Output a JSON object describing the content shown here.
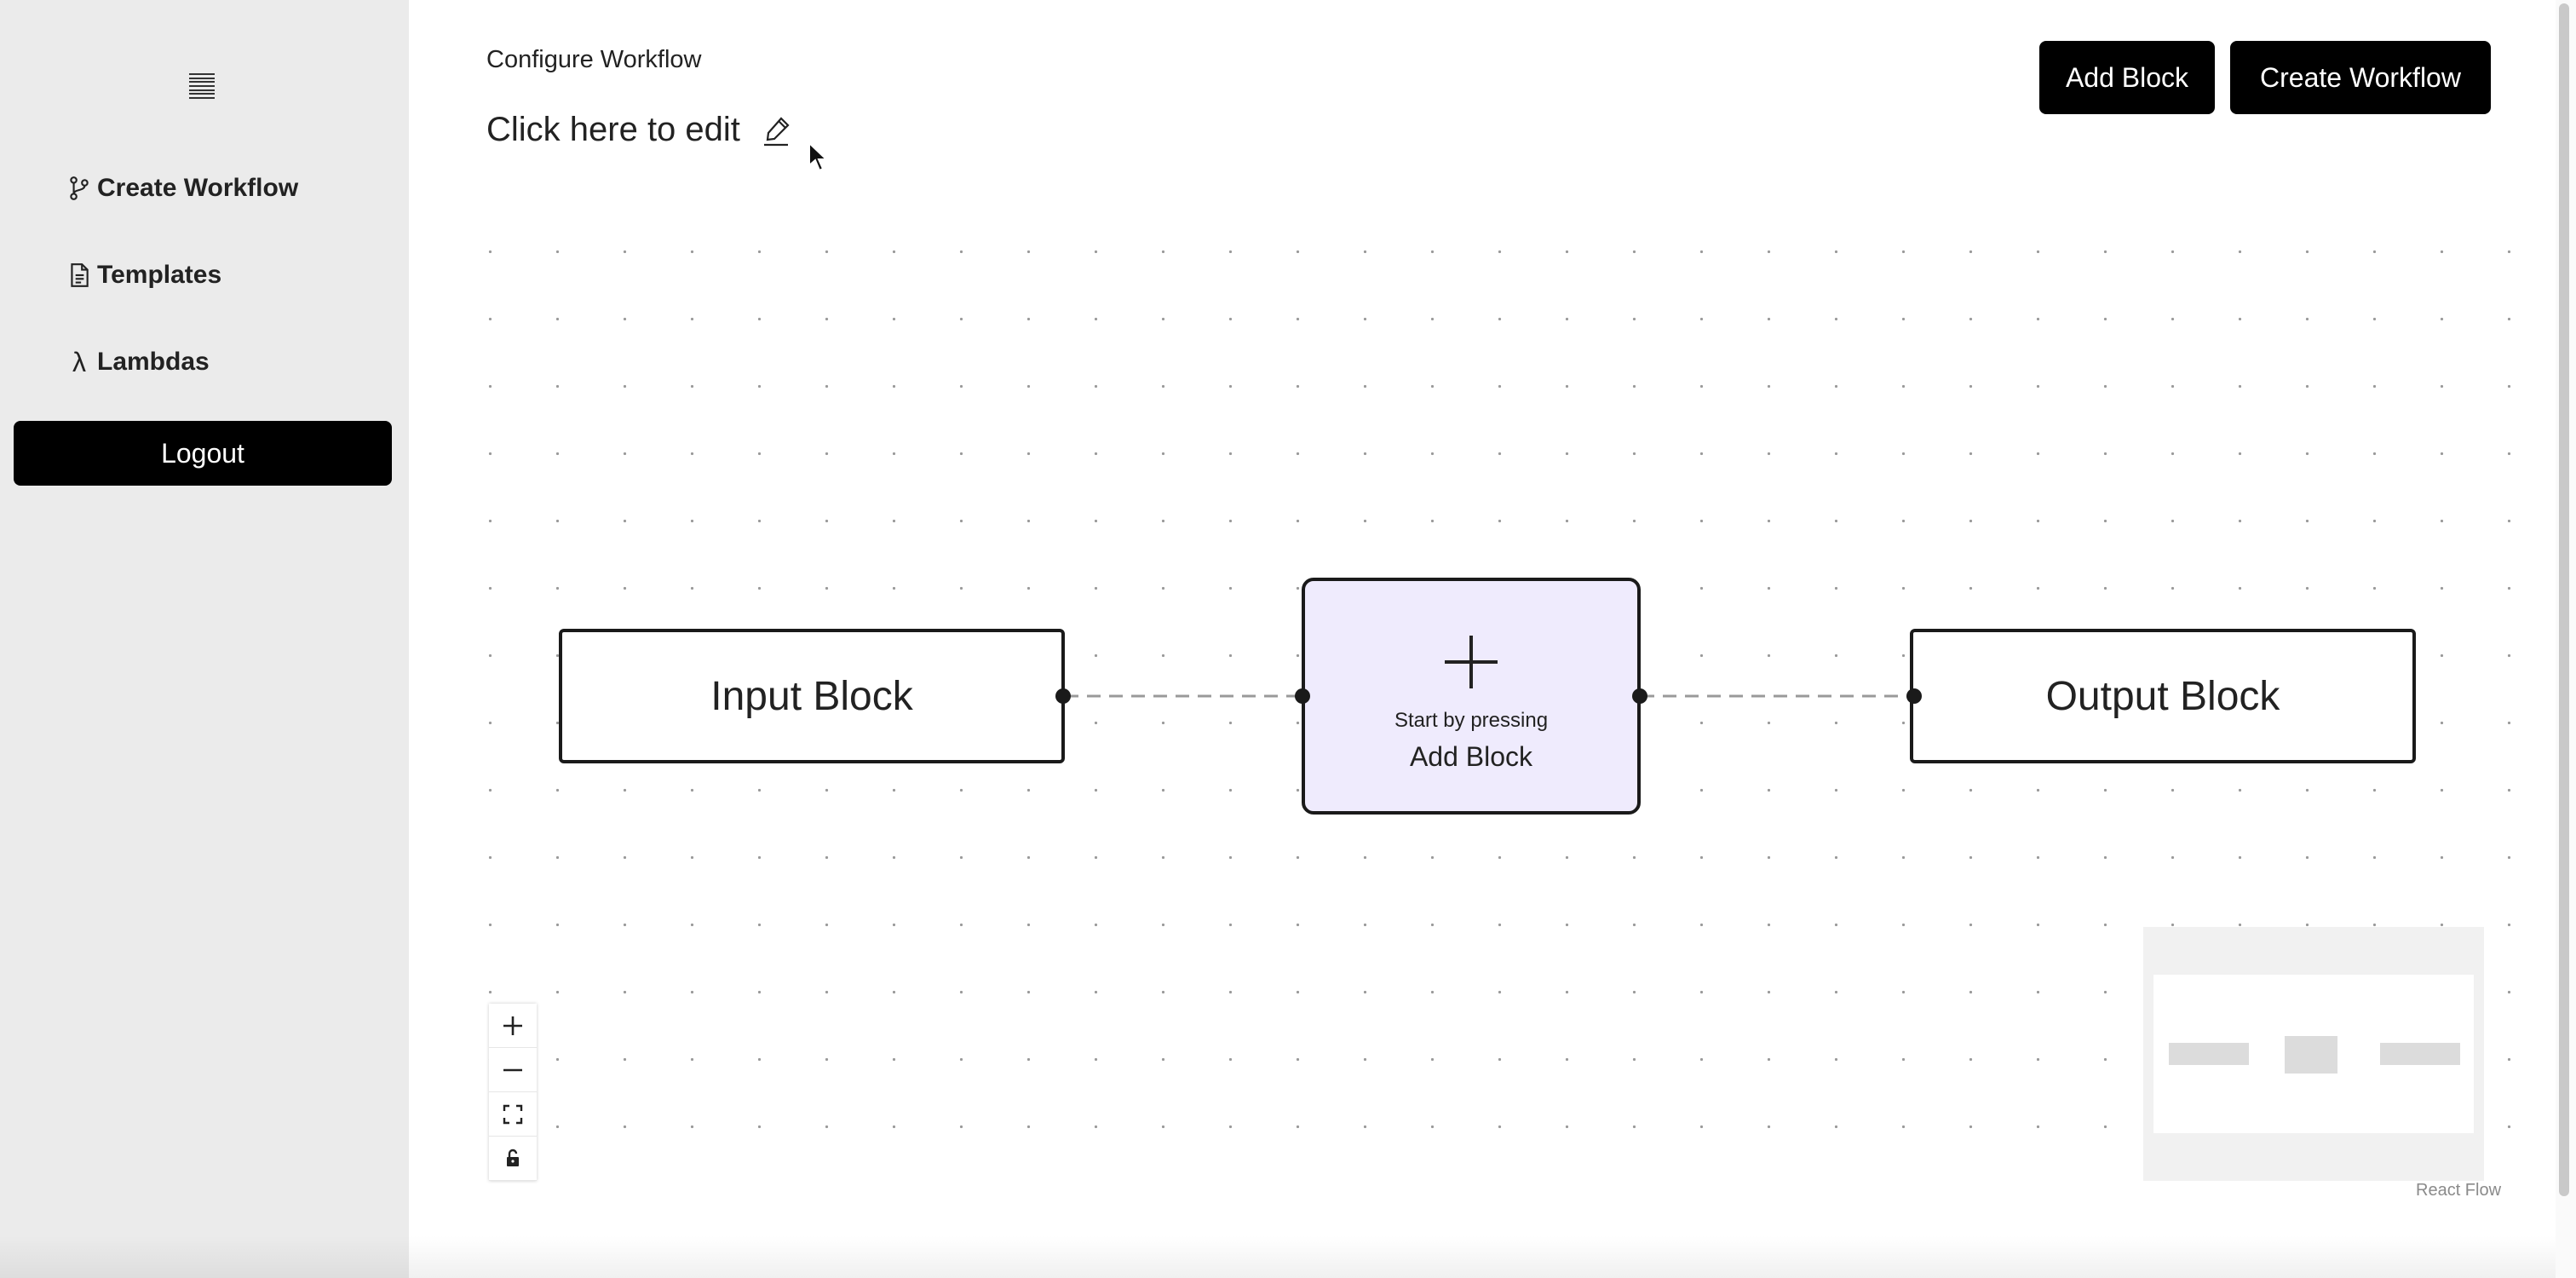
{
  "sidebar": {
    "menu_icon": "hamburger-icon",
    "items": [
      {
        "label": "Create Workflow",
        "icon": "git-branch-icon"
      },
      {
        "label": "Templates",
        "icon": "file-icon"
      },
      {
        "label": "Lambdas",
        "icon": "lambda-icon"
      }
    ],
    "logout_label": "Logout"
  },
  "header": {
    "subtitle": "Configure Workflow",
    "editable_title": "Click here to edit",
    "edit_icon": "pencil-icon"
  },
  "toolbar": {
    "add_block_label": "Add Block",
    "create_workflow_label": "Create Workflow"
  },
  "flow": {
    "input_node_label": "Input Block",
    "add_node_hint": "Start by pressing",
    "add_node_action": "Add Block",
    "output_node_label": "Output Block",
    "attribution": "React Flow"
  },
  "controls": [
    "zoom-in-icon",
    "zoom-out-icon",
    "fit-view-icon",
    "lock-icon"
  ],
  "colors": {
    "sidebar_bg": "#ebebeb",
    "button_bg": "#000000",
    "add_node_bg": "#efebfd",
    "node_border": "#1a1a1a"
  }
}
